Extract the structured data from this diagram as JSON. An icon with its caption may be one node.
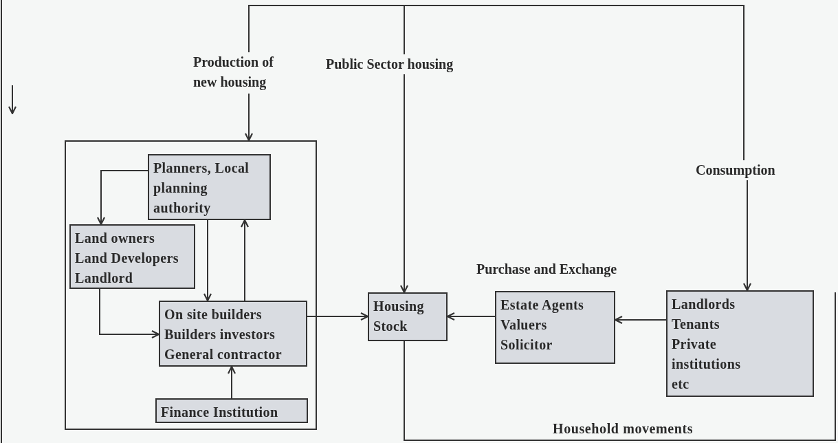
{
  "diagram": {
    "nodes": [
      {
        "text": [
          "Production of new housing"
        ]
      },
      {
        "text": [
          "Public Sector housing"
        ]
      },
      {
        "text": [
          "Consumption"
        ]
      },
      {
        "text": [],
        "shape": "box"
      },
      {
        "text": [
          "Planners, Local planning authority"
        ],
        "in": 3
      },
      {
        "text": [
          "Land owners",
          "Land Developers",
          "Landlord"
        ],
        "in": 3
      },
      {
        "text": [
          "On site builders",
          "Builders investors",
          "General contractor"
        ],
        "in": 3
      },
      {
        "text": [
          "Finance Institution"
        ],
        "in": 3
      },
      {
        "text": [
          "Housing Stock"
        ]
      },
      {
        "text": [
          "Estate Agents",
          "Valuers",
          "Solicitor"
        ]
      },
      {
        "text": [
          "Landlords",
          "Tenants",
          "Private institutions",
          "etc"
        ]
      }
    ],
    "edges": [
      {
        "from": 0,
        "to": 3,
        "arrow": "to"
      },
      {
        "from": 0,
        "to": 1,
        "arrow": "none"
      },
      {
        "from": 1,
        "to": 2,
        "arrow": "none"
      },
      {
        "from": 1,
        "to": 8,
        "arrow": "to"
      },
      {
        "from": 2,
        "to": 10,
        "arrow": "to"
      },
      {
        "from": 4,
        "to": 5,
        "arrow": "to"
      },
      {
        "from": 4,
        "to": 6,
        "arrow": "to"
      },
      {
        "from": 6,
        "to": 4,
        "arrow": "to"
      },
      {
        "from": 5,
        "to": 6,
        "arrow": "to"
      },
      {
        "from": 7,
        "to": 6,
        "arrow": "to"
      },
      {
        "from": 6,
        "to": 8,
        "arrow": "to"
      },
      {
        "from": 9,
        "to": 8,
        "arrow": "to"
      },
      {
        "from": 10,
        "to": 9,
        "arrow": "to"
      },
      {
        "from": 8,
        "to": null,
        "arrow": "none",
        "label": "Household movements"
      }
    ],
    "labels": [
      "Purchase and Exchange"
    ]
  }
}
